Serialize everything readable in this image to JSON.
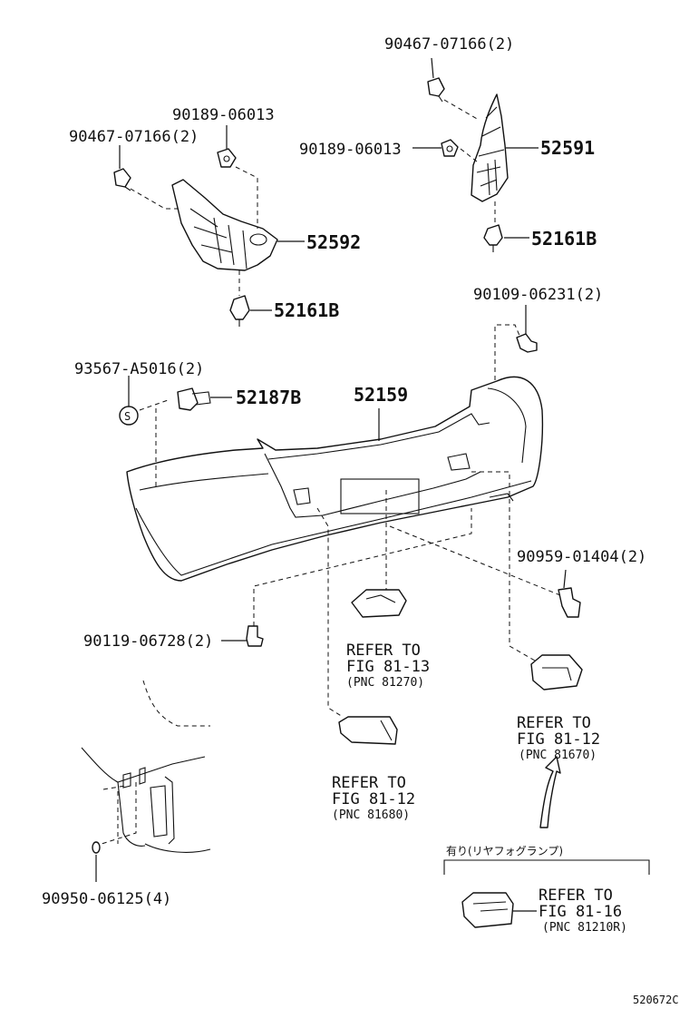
{
  "labels": {
    "p90467_top": "90467-07166(2)",
    "p90189_right": "90189-06013",
    "p52591": "52591",
    "p52161b_right": "52161B",
    "p90189_left": "90189-06013",
    "p90467_left": "90467-07166(2)",
    "p52592": "52592",
    "p52161b_left": "52161B",
    "p90109": "90109-06231(2)",
    "p93567": "93567-A5016(2)",
    "p52187b": "52187B",
    "p52159": "52159",
    "p90959": "90959-01404(2)",
    "p90119": "90119-06728(2)",
    "p90950": "90950-06125(4)",
    "s_mark": "S"
  },
  "refs": {
    "license_lamp": {
      "line1": "REFER TO",
      "line2": "FIG 81-13",
      "pnc": "(PNC 81270)"
    },
    "left_reflector": {
      "line1": "REFER TO",
      "line2": "FIG 81-12",
      "pnc": "(PNC 81680)"
    },
    "right_reflector": {
      "line1": "REFER TO",
      "line2": "FIG 81-12",
      "pnc": "(PNC 81670)"
    },
    "fog_lamp": {
      "line1": "REFER TO",
      "line2": "FIG 81-16",
      "pnc": "(PNC 81210R)"
    }
  },
  "fog_note": "有り(リヤフォグランプ)",
  "figure_code": "520672C"
}
